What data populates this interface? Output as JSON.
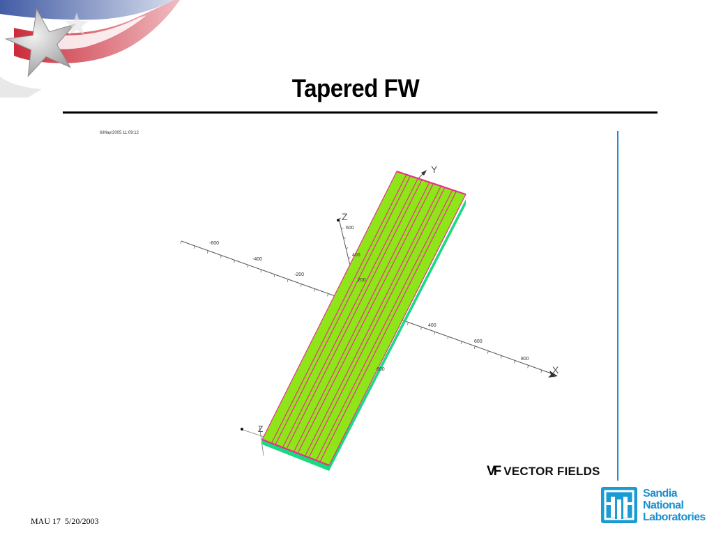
{
  "slide": {
    "title": "Tapered FW",
    "footer": "MAU 17  5/20/2003"
  },
  "figure": {
    "timestamp": "6/May/2005 11:09:12",
    "axes": {
      "x": {
        "label": "X",
        "ticks": [
          "-600",
          "-400",
          "-200",
          "400",
          "600",
          "800"
        ]
      },
      "y": {
        "label": "Y",
        "ticks": [
          "600"
        ]
      },
      "z": {
        "label": "Z",
        "ticks": [
          "600",
          "400",
          "200"
        ]
      }
    },
    "logo": {
      "mark": "VF",
      "text": "VECTOR FIELDS"
    }
  },
  "sandia": {
    "lines": [
      "Sandia",
      "National",
      "Laboratories"
    ]
  },
  "colors": {
    "plate_top": "#8ee619",
    "plate_side": "#19d982",
    "channel_lines": "#e8308a",
    "frame_line": "#1a8fd0",
    "sandia_blue": "#1a9bd4",
    "flag_red": "#c8202f",
    "flag_blue": "#2d4a9b"
  },
  "icons": [
    "star-flag-icon",
    "sandia-thunderbird-icon"
  ]
}
